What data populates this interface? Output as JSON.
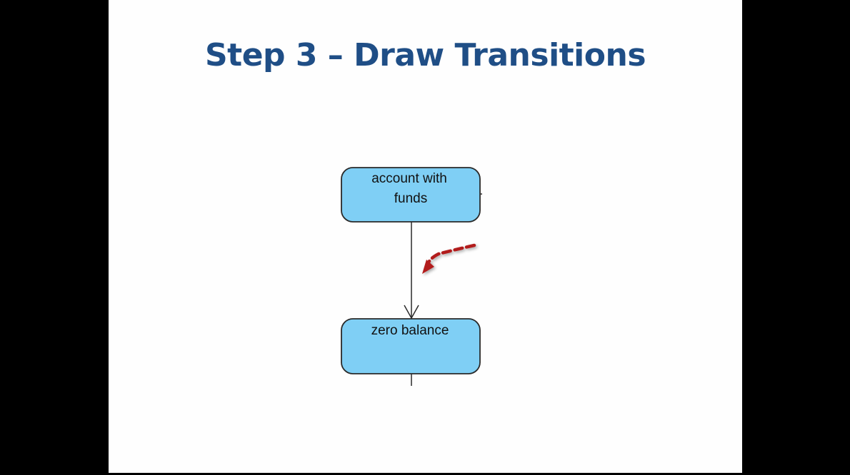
{
  "slide": {
    "title": "Step 3 – Draw Transitions"
  },
  "diagram": {
    "states": [
      {
        "id": "account-with-funds",
        "label_lines": [
          "account with",
          "funds"
        ]
      },
      {
        "id": "zero-balance",
        "label_lines": [
          "zero balance"
        ]
      }
    ],
    "transitions": [
      {
        "from": "account-with-funds",
        "to": "zero-balance"
      }
    ],
    "colors": {
      "state_fill": "#7fcff5",
      "state_stroke": "#2a2a2a",
      "pointer_arrow": "#b21a1a",
      "title": "#1f4e86"
    },
    "annotation": {
      "icon": "dashed-curved-pointer-arrow"
    }
  }
}
